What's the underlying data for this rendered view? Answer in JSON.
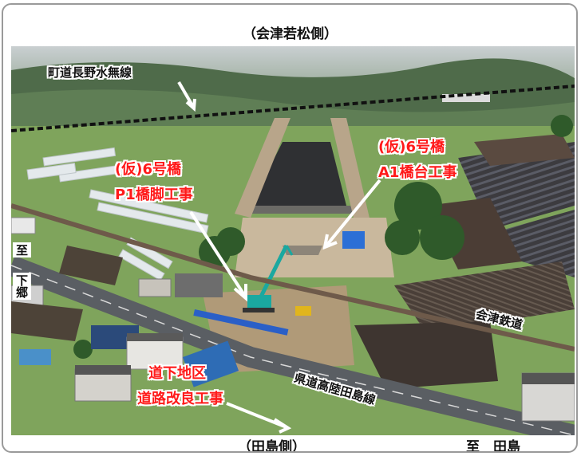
{
  "captions": {
    "top": "（会津若松側）",
    "bottom_center": "（田島側）",
    "bottom_right": "至　田島"
  },
  "labels": {
    "town_road": "町道長野水無線",
    "bridge6_left_line1": "(仮)6号橋",
    "bridge6_left_line2": "P1橋脚工事",
    "bridge6_right_line1": "(仮)6号橋",
    "bridge6_right_line2": "A1橋台工事",
    "railway": "会津鉄道",
    "district_line1": "道下地区",
    "district_line2": "道路改良工事",
    "prefectural_road": "県道高陸田島線",
    "left_vertical_top": "至",
    "left_vertical_bottom": "下郷"
  },
  "colors": {
    "annotation_red": "#ff1a1a",
    "boundary_dashed": "#111111",
    "arrow": "#ffffff"
  }
}
